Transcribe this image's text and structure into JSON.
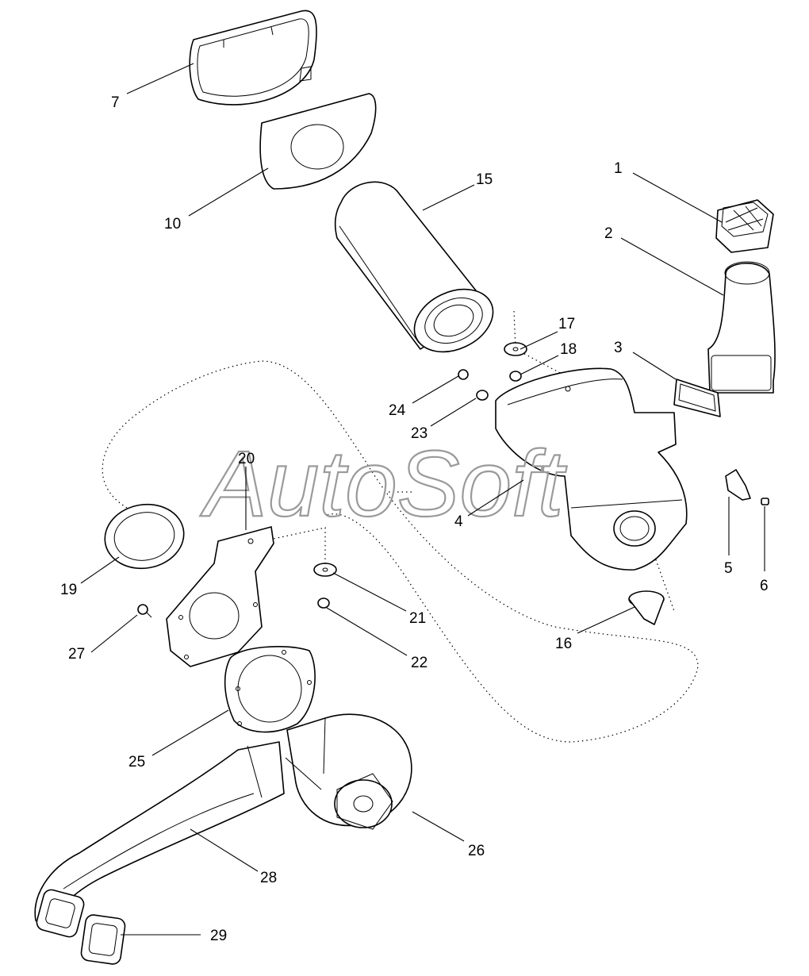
{
  "watermark": "AutoSoft",
  "callouts": {
    "c1": "1",
    "c2": "2",
    "c3": "3",
    "c4": "4",
    "c5": "5",
    "c6": "6",
    "c7": "7",
    "c10": "10",
    "c15": "15",
    "c16": "16",
    "c17": "17",
    "c18": "18",
    "c19": "19",
    "c20": "20",
    "c21": "21",
    "c22": "22",
    "c23": "23",
    "c24": "24",
    "c25": "25",
    "c26": "26",
    "c27": "27",
    "c28": "28",
    "c29": "29"
  }
}
